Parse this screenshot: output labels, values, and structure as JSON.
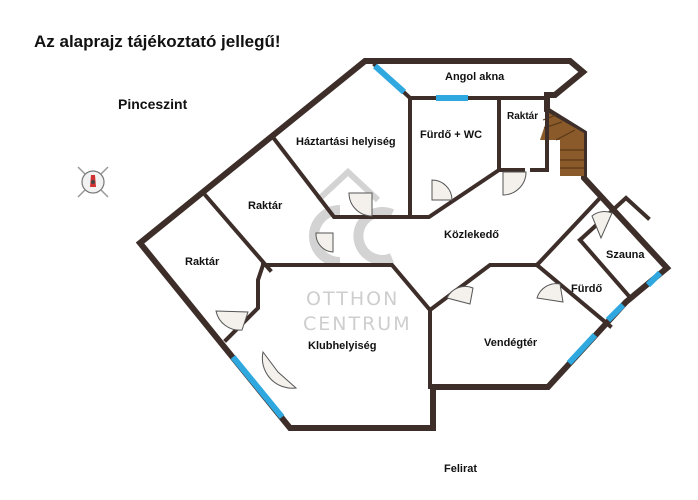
{
  "heading": "Az alaprajz tájékoztató jellegű!",
  "level": "Pinceszint",
  "footer": "Felirat",
  "watermark": {
    "logo_text": "OC",
    "line1": "OTTHON",
    "line2": "CENTRUM"
  },
  "rooms": {
    "angol_akna": "Angol akna",
    "haztartasi": "Háztartási helyiség",
    "furdo_wc": "Fürdő + WC",
    "raktar_small": "Raktár",
    "raktar_mid": "Raktár",
    "raktar_left": "Raktár",
    "kozlekedo": "Közlekedő",
    "szauna": "Szauna",
    "furdo": "Fürdő",
    "klubhelyiseg": "Klubhelyiség",
    "vendegter": "Vendégtér"
  },
  "colors": {
    "wall": "#3d2e2a",
    "window": "#2fa8e0",
    "stair": "#8a5a2b"
  }
}
